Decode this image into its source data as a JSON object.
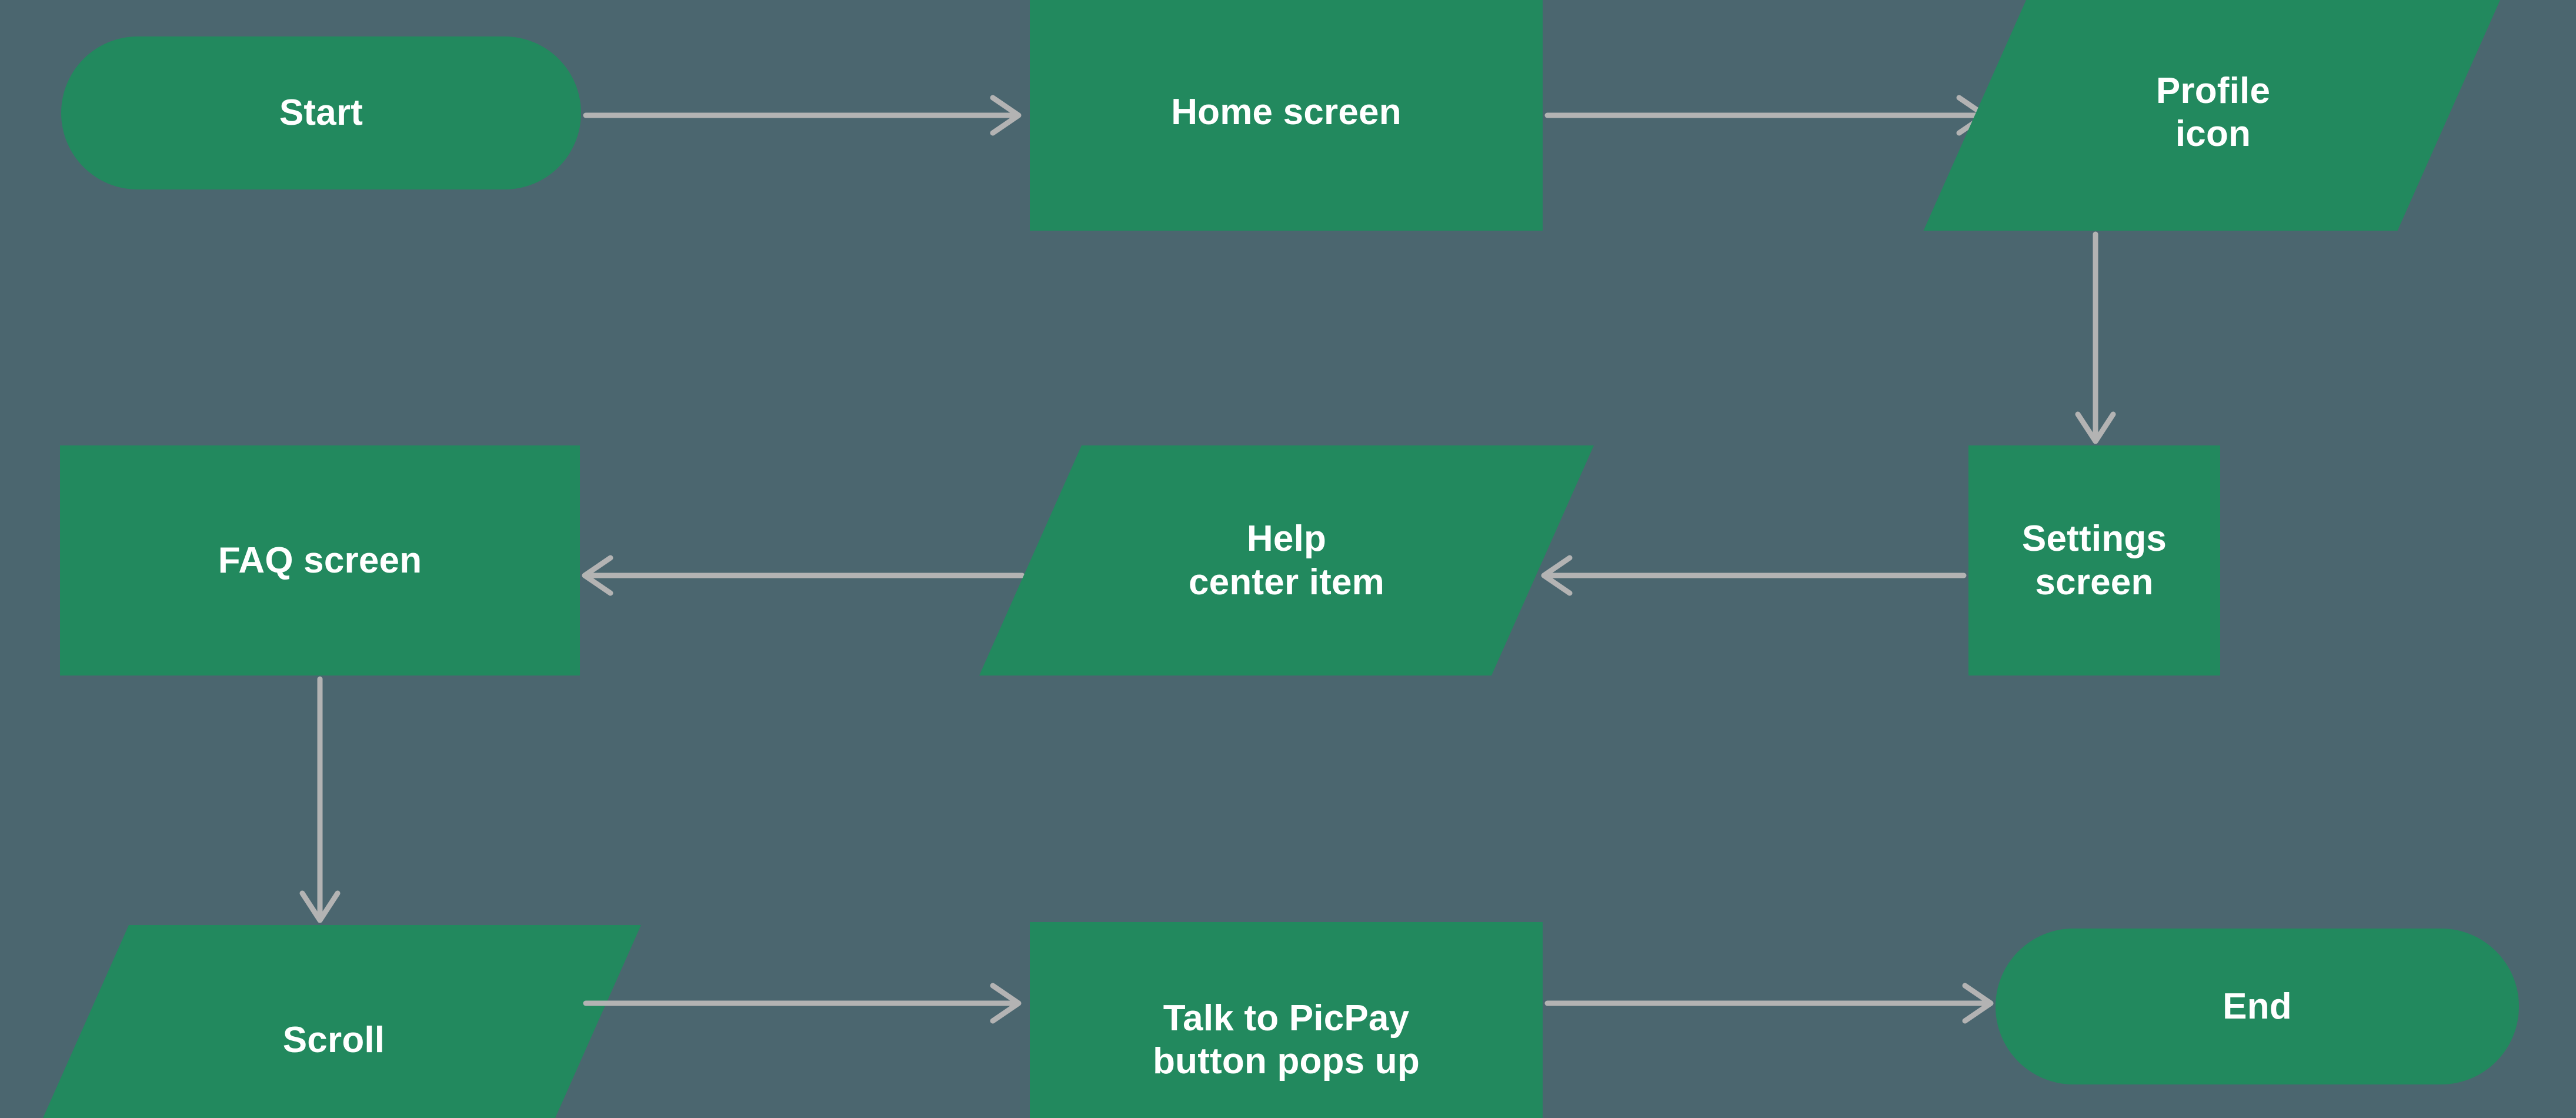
{
  "diagram": {
    "title": "PicPay help-center navigation flow",
    "colors": {
      "background": "#4b666f",
      "node_fill": "#22895e",
      "node_text": "#ffffff",
      "connector": "#b3b3b3"
    },
    "nodes": [
      {
        "id": "start",
        "label": "Start",
        "shape": "terminator"
      },
      {
        "id": "home",
        "label": "Home screen",
        "shape": "process"
      },
      {
        "id": "profile",
        "label": "Profile\nicon",
        "shape": "input-output"
      },
      {
        "id": "settings",
        "label": "Settings\nscreen",
        "shape": "process"
      },
      {
        "id": "help",
        "label": "Help\ncenter item",
        "shape": "input-output"
      },
      {
        "id": "faq",
        "label": "FAQ screen",
        "shape": "process"
      },
      {
        "id": "scroll",
        "label": "Scroll",
        "shape": "input-output"
      },
      {
        "id": "talk",
        "label": "Talk to PicPay\nbutton pops up",
        "shape": "process"
      },
      {
        "id": "end",
        "label": "End",
        "shape": "terminator"
      }
    ],
    "edges": [
      {
        "id": "e1",
        "from": "start",
        "to": "home",
        "direction": "right"
      },
      {
        "id": "e2",
        "from": "home",
        "to": "profile",
        "direction": "right"
      },
      {
        "id": "e3",
        "from": "profile",
        "to": "settings",
        "direction": "down"
      },
      {
        "id": "e4",
        "from": "settings",
        "to": "help",
        "direction": "left"
      },
      {
        "id": "e5",
        "from": "help",
        "to": "faq",
        "direction": "left"
      },
      {
        "id": "e6",
        "from": "faq",
        "to": "scroll",
        "direction": "down"
      },
      {
        "id": "e7",
        "from": "scroll",
        "to": "talk",
        "direction": "right"
      },
      {
        "id": "e8",
        "from": "talk",
        "to": "end",
        "direction": "right"
      }
    ]
  }
}
